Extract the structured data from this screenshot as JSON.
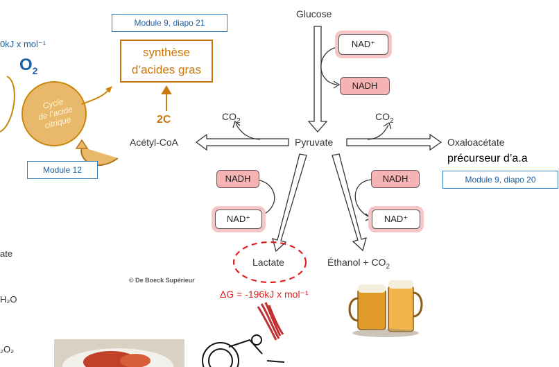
{
  "diagram": {
    "glucose": "Glucose",
    "pyruvate": "Pyruvate",
    "acetyl_coa": "Acétyl-CoA",
    "oxaloacetate": "Oxaloacétate",
    "precursor": "précurseur d’a.a",
    "lactate": "Lactate",
    "ethanol_main": "Éthanol + CO",
    "ethanol_sub": "2",
    "co2_main": "CO",
    "co2_sub": "2",
    "nad_plus": "NAD⁺",
    "nadh": "NADH",
    "credit": "© De Boeck Supérieur",
    "two_c": "2C",
    "synthese_line1": "synthèse",
    "synthese_line2": "d’acides gras",
    "cycle_line1": "Cycle",
    "cycle_line2": "de l’acide",
    "cycle_line3": "citrique",
    "o2_main": "O",
    "o2_sub": "2",
    "top_energy": "0kJ x mol⁻¹",
    "delta_g": "ΔG = -196kJ x mol⁻¹",
    "left_fragments": [
      "ate",
      "H₂O",
      "₂O₂"
    ]
  },
  "modules": {
    "module_9_top": "Module 9, diapo 21",
    "module_12": "Module 12",
    "module_9_right": "Module 9, diapo 20"
  },
  "colors": {
    "accent_blue": "#1f5fa3",
    "box_border_blue": "#2e7dbf",
    "orange": "#c8770a",
    "cycle_fill": "#e8b96a",
    "nadh_fill": "#f5b3b3",
    "red_dashed": "#e02020"
  }
}
